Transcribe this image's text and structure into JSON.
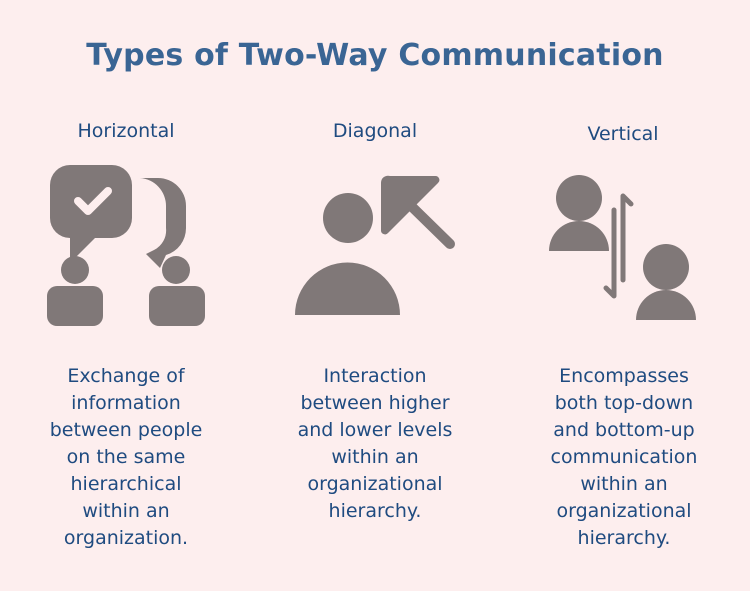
{
  "title": "Types of Two-Way Communication",
  "colors": {
    "background": "#fdeeee",
    "title": "#3a6594",
    "text": "#1f4b80",
    "icon": "#807878"
  },
  "columns": [
    {
      "heading": "Horizontal",
      "icon": "people-speech-bubbles-check-icon",
      "description_lines": [
        "Exchange of",
        "information",
        "between people",
        "on the same",
        "hierarchical",
        "within an",
        "organization."
      ]
    },
    {
      "heading": "Diagonal",
      "icon": "person-arrow-up-left-icon",
      "description_lines": [
        "Interaction",
        "between higher",
        "and lower levels",
        "within an",
        "organizational",
        "hierarchy."
      ]
    },
    {
      "heading": "Vertical",
      "icon": "people-up-down-arrows-icon",
      "description_lines": [
        "Encompasses",
        "both top-down",
        "and bottom-up",
        "communication",
        "within an",
        "organizational",
        "hierarchy."
      ]
    }
  ]
}
